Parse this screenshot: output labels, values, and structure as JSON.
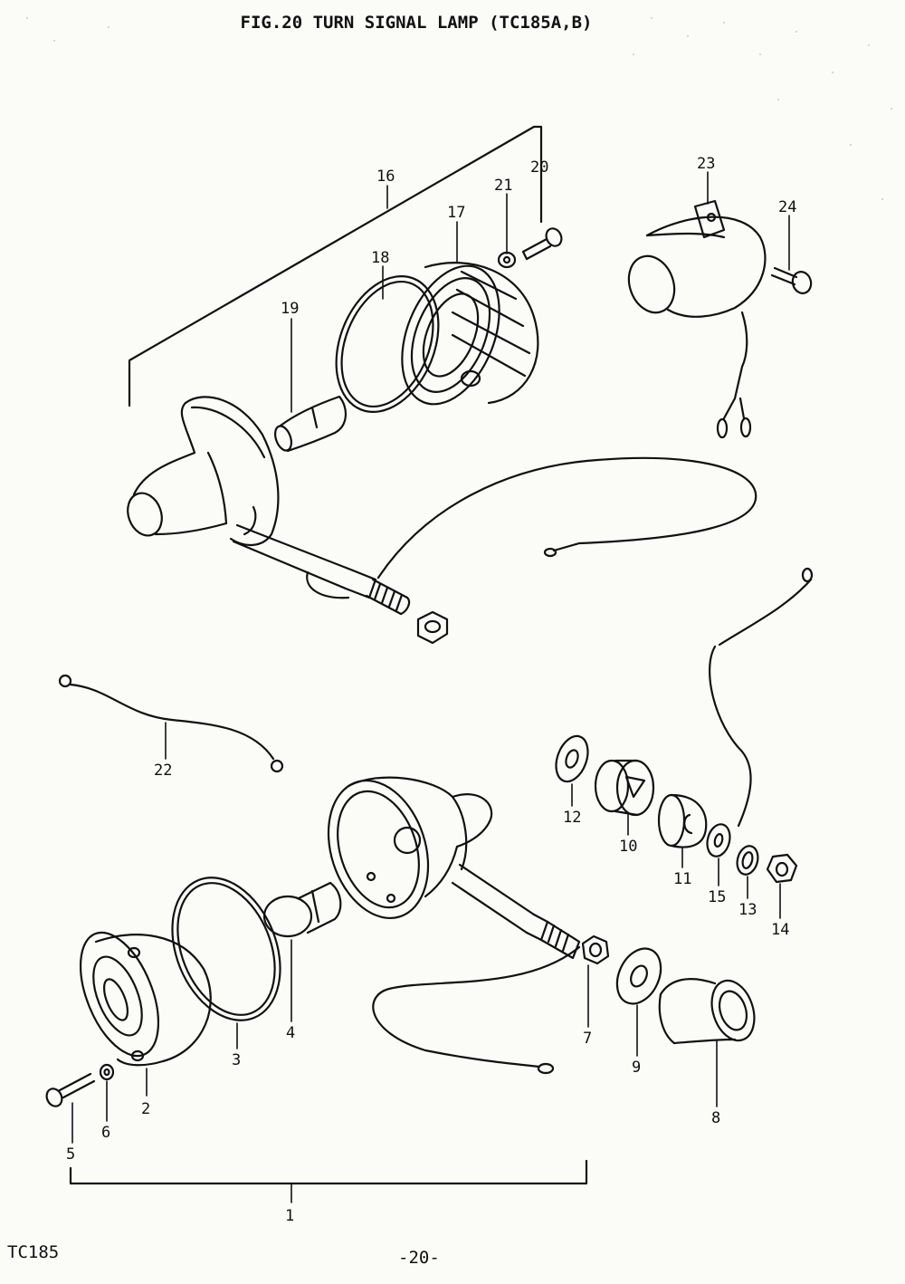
{
  "title": "FIG.20  TURN SIGNAL LAMP (TC185A,B)",
  "footer": {
    "model": "TC185",
    "page": "-20-"
  },
  "callouts": [
    "1",
    "2",
    "3",
    "4",
    "5",
    "6",
    "7",
    "8",
    "9",
    "10",
    "11",
    "12",
    "13",
    "14",
    "15",
    "16",
    "17",
    "18",
    "19",
    "20",
    "21",
    "22",
    "23",
    "24"
  ]
}
